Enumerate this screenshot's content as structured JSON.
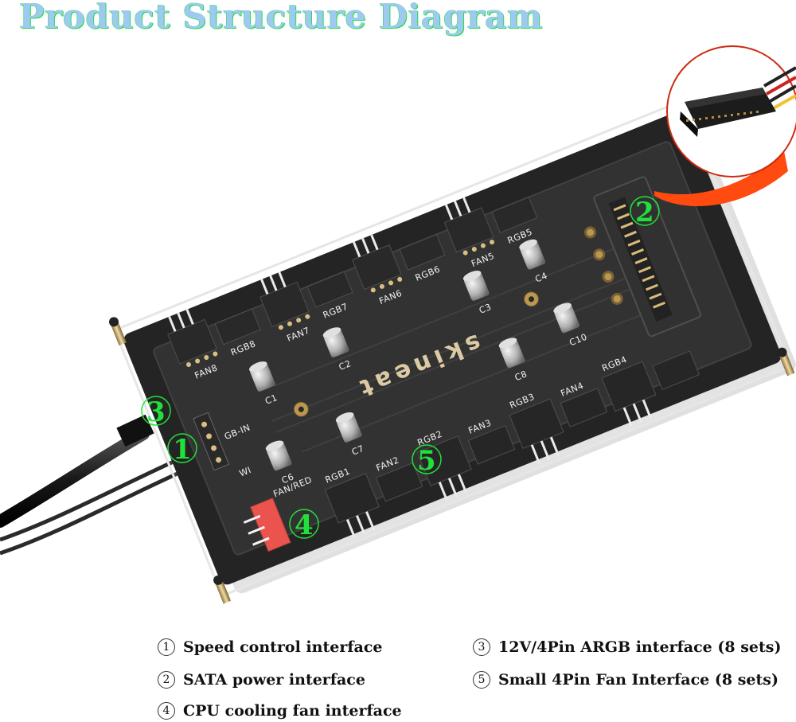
{
  "title": "Product Structure Diagram",
  "brand": "skineat",
  "colors": {
    "title_fill": "#9ec9f0",
    "title_outline": "#22dd44",
    "callout": "#22e03a",
    "pcb": "#151515",
    "fan_header": "#e8403a",
    "inset_ring": "#cc2a10",
    "arrow": "#ff4a10"
  },
  "board_labels": {
    "fan8": "FAN8",
    "rgb8": "RGB8",
    "fan7": "FAN7",
    "rgb7": "RGB7",
    "fan6": "FAN6",
    "rgb6": "RGB6",
    "fan5": "FAN5",
    "rgb5": "RGB5",
    "rgb4": "RGB4",
    "fan4": "FAN4",
    "rgb3": "RGB3",
    "fan3": "FAN3",
    "rgb2": "RGB2",
    "fan2": "FAN2",
    "rgb1": "RGB1",
    "fan_red": "FAN/RED",
    "c1": "C1",
    "c2": "C2",
    "c3": "C3",
    "c4": "C4",
    "c6": "C6",
    "c7": "C7",
    "c8": "C8",
    "c10": "C10",
    "gb_in": "GB-IN",
    "wi": "WI"
  },
  "callouts": [
    {
      "num": "1",
      "label": "Speed control interface"
    },
    {
      "num": "2",
      "label": "SATA power interface"
    },
    {
      "num": "3",
      "label": "12V/4Pin ARGB interface (8 sets)"
    },
    {
      "num": "4",
      "label": "CPU cooling fan interface"
    },
    {
      "num": "5",
      "label": "Small 4Pin Fan Interface (8 sets)"
    }
  ],
  "legend": [
    {
      "symbol": "①",
      "text": "Speed control interface"
    },
    {
      "symbol": "②",
      "text": "SATA power interface"
    },
    {
      "symbol": "③",
      "text": "12V/4Pin ARGB interface (8 sets)"
    },
    {
      "symbol": "④",
      "text": "CPU cooling fan interface"
    },
    {
      "symbol": "⑤",
      "text": "Small 4Pin Fan Interface (8 sets)"
    }
  ]
}
